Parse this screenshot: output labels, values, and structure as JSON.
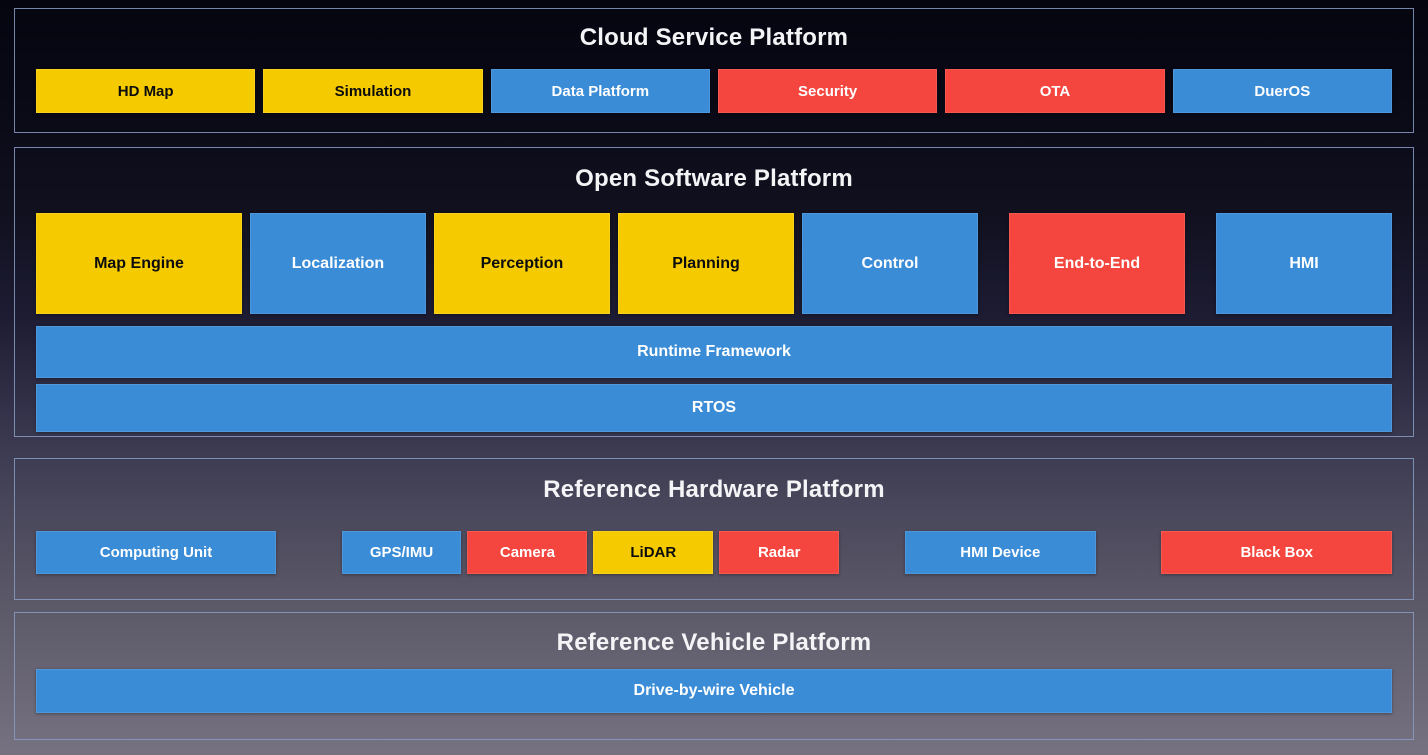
{
  "colors": {
    "yellow": "#F5CB00",
    "blue": "#3A8CD7",
    "red": "#F4463E",
    "section_border": "#889CC4",
    "title_text": "#F4F4F6"
  },
  "sections": [
    {
      "id": "cloud-service",
      "title": "Cloud Service Platform",
      "boxes": [
        {
          "label": "HD Map",
          "color": "yellow"
        },
        {
          "label": "Simulation",
          "color": "yellow"
        },
        {
          "label": "Data Platform",
          "color": "blue"
        },
        {
          "label": "Security",
          "color": "red"
        },
        {
          "label": "OTA",
          "color": "red"
        },
        {
          "label": "DuerOS",
          "color": "blue"
        }
      ]
    },
    {
      "id": "open-software",
      "title": "Open Software Platform",
      "modules": [
        {
          "label": "Map Engine",
          "color": "yellow"
        },
        {
          "label": "Localization",
          "color": "blue"
        },
        {
          "label": "Perception",
          "color": "yellow"
        },
        {
          "label": "Planning",
          "color": "yellow"
        },
        {
          "label": "Control",
          "color": "blue"
        },
        {
          "label": "End-to-End",
          "color": "red"
        },
        {
          "label": "HMI",
          "color": "blue"
        }
      ],
      "bars": [
        {
          "label": "Runtime Framework",
          "color": "blue"
        },
        {
          "label": "RTOS",
          "color": "blue"
        }
      ]
    },
    {
      "id": "reference-hardware",
      "title": "Reference Hardware Platform",
      "boxes": [
        {
          "label": "Computing Unit",
          "color": "blue"
        },
        {
          "label": "GPS/IMU",
          "color": "blue"
        },
        {
          "label": "Camera",
          "color": "red"
        },
        {
          "label": "LiDAR",
          "color": "yellow"
        },
        {
          "label": "Radar",
          "color": "red"
        },
        {
          "label": "HMI Device",
          "color": "blue"
        },
        {
          "label": "Black Box",
          "color": "red"
        }
      ]
    },
    {
      "id": "reference-vehicle",
      "title": "Reference Vehicle Platform",
      "bars": [
        {
          "label": "Drive-by-wire Vehicle",
          "color": "blue"
        }
      ]
    }
  ]
}
